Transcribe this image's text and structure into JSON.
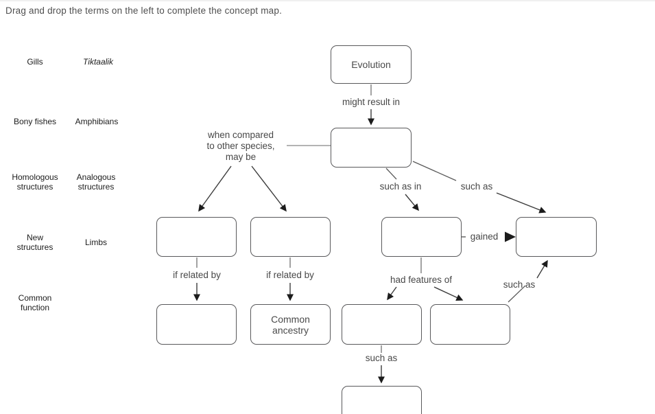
{
  "instruction": "Drag and drop the terms on the left to complete the concept map.",
  "terms": [
    {
      "label": "Gills"
    },
    {
      "label": "Tiktaalik"
    },
    {
      "label": "Bony fishes"
    },
    {
      "label": "Amphibians"
    },
    {
      "label": "Homologous\nstructures"
    },
    {
      "label": "Analogous\nstructures"
    },
    {
      "label": "New\nstructures"
    },
    {
      "label": "Limbs"
    },
    {
      "label": "Common\nfunction"
    }
  ],
  "diagram": {
    "boxes": [
      {
        "name": "evolution",
        "label": "Evolution"
      },
      {
        "name": "result",
        "label": ""
      },
      {
        "name": "compare-left",
        "label": ""
      },
      {
        "name": "compare-right",
        "label": ""
      },
      {
        "name": "organism",
        "label": ""
      },
      {
        "name": "gained-item",
        "label": ""
      },
      {
        "name": "related-left",
        "label": ""
      },
      {
        "name": "common-ancestry",
        "label": "Common\nancestry"
      },
      {
        "name": "features-left",
        "label": ""
      },
      {
        "name": "features-right",
        "label": ""
      },
      {
        "name": "bottom",
        "label": ""
      }
    ],
    "labels": [
      {
        "name": "might-result-in",
        "text": "might result in"
      },
      {
        "name": "when-compared",
        "text": "when compared\nto other species,\nmay be"
      },
      {
        "name": "such-as-in",
        "text": "such as in"
      },
      {
        "name": "such-as-top",
        "text": "such as"
      },
      {
        "name": "gained",
        "text": "gained"
      },
      {
        "name": "if-related-by-1",
        "text": "if related by"
      },
      {
        "name": "if-related-by-2",
        "text": "if related by"
      },
      {
        "name": "had-features-of",
        "text": "had features of"
      },
      {
        "name": "such-as-right",
        "text": "such as"
      },
      {
        "name": "such-as-bottom",
        "text": "such as"
      }
    ]
  }
}
